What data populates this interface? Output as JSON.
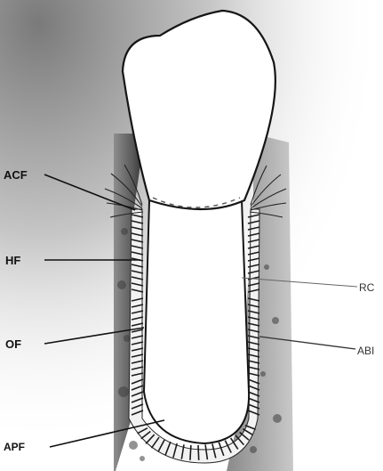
{
  "figure": {
    "labels": [
      {
        "id": "acf",
        "text": "ACF"
      },
      {
        "id": "hf",
        "text": "HF"
      },
      {
        "id": "of",
        "text": "OF"
      },
      {
        "id": "apf",
        "text": "APF"
      },
      {
        "id": "rc",
        "text": "RC"
      },
      {
        "id": "ab",
        "text": "ABI"
      }
    ],
    "colors": {
      "bone_dark": "#4a4a4a",
      "bone_light": "#bdbdbd",
      "outline": "#151515",
      "tooth_fill": "#ffffff"
    }
  }
}
